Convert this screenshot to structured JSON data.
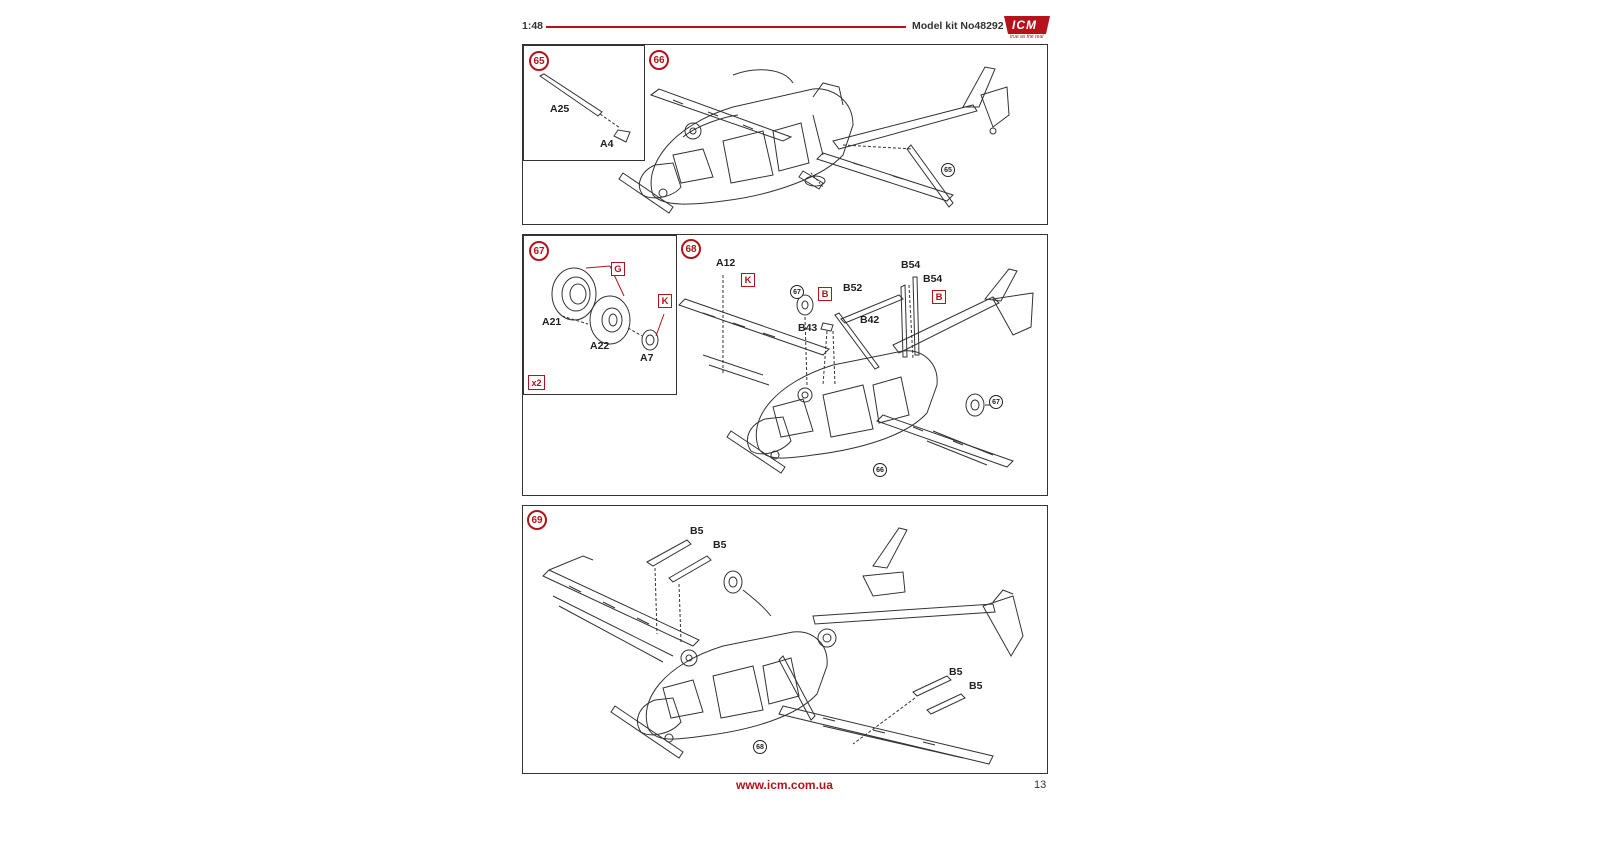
{
  "header": {
    "scale": "1:48",
    "model_kit": "Model kit No48292",
    "brand": "ICM",
    "brand_tagline": "true as the real"
  },
  "steps": [
    {
      "number": "65",
      "parts": [
        "A25",
        "A4"
      ]
    },
    {
      "number": "66",
      "refs": [
        "65"
      ]
    },
    {
      "number": "67",
      "parts": [
        "A21",
        "A22",
        "A7"
      ],
      "codes": [
        "G",
        "K"
      ],
      "quantity": "x2"
    },
    {
      "number": "68",
      "parts": [
        "A12",
        "B52",
        "B54",
        "B43",
        "B42"
      ],
      "codes": [
        "K",
        "B",
        "B"
      ],
      "refs": [
        "67",
        "67",
        "66"
      ]
    },
    {
      "number": "69",
      "parts": [
        "B5",
        "B5",
        "B5",
        "B5"
      ],
      "refs": [
        "68"
      ]
    }
  ],
  "footer": {
    "url": "www.icm.com.ua",
    "page": "13"
  },
  "colors": {
    "accent": "#b5121b",
    "line": "#333333"
  }
}
